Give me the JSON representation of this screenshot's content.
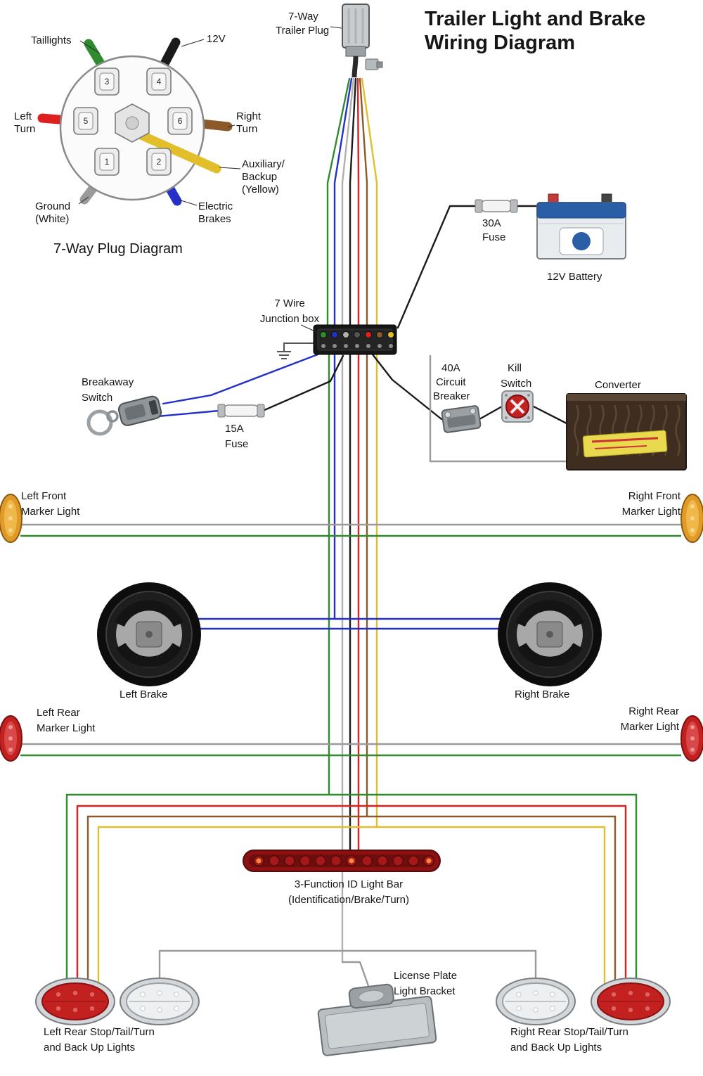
{
  "title": {
    "line1": "Trailer Light and Brake",
    "line2": "Wiring Diagram"
  },
  "plug_diagram": {
    "caption": "7-Way Plug Diagram",
    "pin_numbers": [
      "1",
      "2",
      "3",
      "4",
      "5",
      "6"
    ],
    "labels": {
      "taillights": "Taillights",
      "twelve_volt": "12V",
      "left_turn_l1": "Left",
      "left_turn_l2": "Turn",
      "right_turn_l1": "Right",
      "right_turn_l2": "Turn",
      "aux_l1": "Auxiliary/",
      "aux_l2": "Backup",
      "aux_l3": "(Yellow)",
      "ground_l1": "Ground",
      "ground_l2": "(White)",
      "brakes_l1": "Electric",
      "brakes_l2": "Brakes"
    }
  },
  "trailer_plug": {
    "l1": "7-Way",
    "l2": "Trailer Plug"
  },
  "junction_box": {
    "l1": "7 Wire",
    "l2": "Junction box"
  },
  "battery": {
    "label": "12V Battery"
  },
  "fuse_30a": {
    "l1": "30A",
    "l2": "Fuse"
  },
  "fuse_15a": {
    "l1": "15A",
    "l2": "Fuse"
  },
  "breakaway_switch": {
    "l1": "Breakaway",
    "l2": "Switch"
  },
  "circuit_breaker": {
    "l1": "40A",
    "l2": "Circuit",
    "l3": "Breaker"
  },
  "kill_switch": {
    "l1": "Kill",
    "l2": "Switch"
  },
  "converter": {
    "label": "Converter"
  },
  "marker_lights": {
    "left_front_l1": "Left Front",
    "left_front_l2": "Marker Light",
    "right_front_l1": "Right Front",
    "right_front_l2": "Marker Light",
    "left_rear_l1": "Left Rear",
    "left_rear_l2": "Marker Light",
    "right_rear_l1": "Right Rear",
    "right_rear_l2": "Marker Light"
  },
  "brakes": {
    "left": "Left Brake",
    "right": "Right Brake"
  },
  "light_bar": {
    "l1": "3-Function ID Light Bar",
    "l2": "(Identification/Brake/Turn)"
  },
  "license_bracket": {
    "l1": "License Plate",
    "l2": "Light Bracket"
  },
  "rear_lights": {
    "left_l1": "Left Rear Stop/Tail/Turn",
    "left_l2": "and Back Up Lights",
    "right_l1": "Right Rear Stop/Tail/Turn",
    "right_l2": "and Back Up Lights"
  },
  "wire_colors": {
    "green": "#2e8b2e",
    "black": "#1a1a1a",
    "red": "#dd2020",
    "brown": "#8a5a2a",
    "yellow": "#e2bf2a",
    "white": "#b0b0b0",
    "blue": "#2431c8",
    "gray": "#9a9a9a"
  },
  "component_colors": {
    "amber_lens": "#e09a28",
    "red_lens": "#c32020",
    "white_lens": "#edeff1",
    "bar_body": "#8a1212",
    "battery_blue": "#2a5fa5",
    "converter_brown": "#3f2e20",
    "converter_label_yellow": "#e9d94e",
    "kill_switch_red": "#c42222"
  }
}
